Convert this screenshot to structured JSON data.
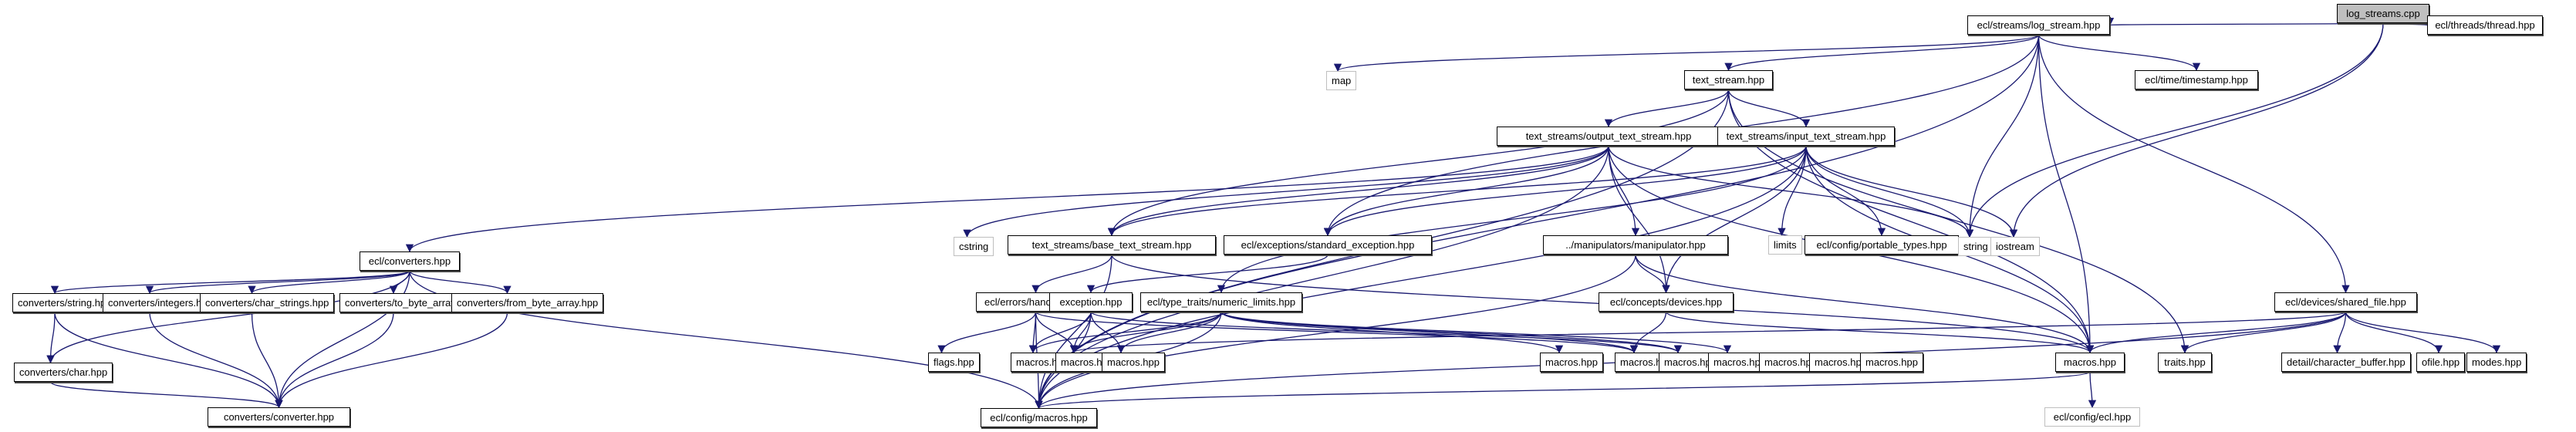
{
  "graph": {
    "title": "log_streams.cpp include dependency graph",
    "edge_color": "#191970",
    "root_fill": "#bfbfbf",
    "nodes": [
      {
        "id": "root",
        "label": "log_streams.cpp",
        "kind": "root"
      },
      {
        "id": "log_stream",
        "label": "ecl/streams/log_stream.hpp",
        "kind": "local"
      },
      {
        "id": "thread",
        "label": "ecl/threads/thread.hpp",
        "kind": "local"
      },
      {
        "id": "map",
        "label": "map",
        "kind": "ext"
      },
      {
        "id": "text_stream",
        "label": "text_stream.hpp",
        "kind": "local"
      },
      {
        "id": "timestamp",
        "label": "ecl/time/timestamp.hpp",
        "kind": "local"
      },
      {
        "id": "output_ts",
        "label": "text_streams/output_text_stream.hpp",
        "kind": "local"
      },
      {
        "id": "input_ts",
        "label": "text_streams/input_text_stream.hpp",
        "kind": "local"
      },
      {
        "id": "converters",
        "label": "ecl/converters.hpp",
        "kind": "local"
      },
      {
        "id": "cstring",
        "label": "cstring",
        "kind": "ext"
      },
      {
        "id": "base_ts",
        "label": "text_streams/base_text_stream.hpp",
        "kind": "local"
      },
      {
        "id": "std_exc",
        "label": "ecl/exceptions/standard_exception.hpp",
        "kind": "local"
      },
      {
        "id": "manip",
        "label": "../manipulators/manipulator.hpp",
        "kind": "local"
      },
      {
        "id": "limits",
        "label": "limits",
        "kind": "ext"
      },
      {
        "id": "portable",
        "label": "ecl/config/portable_types.hpp",
        "kind": "local"
      },
      {
        "id": "string",
        "label": "string",
        "kind": "ext"
      },
      {
        "id": "iostream",
        "label": "iostream",
        "kind": "ext"
      },
      {
        "id": "conv_string",
        "label": "converters/string.hpp",
        "kind": "local"
      },
      {
        "id": "conv_integers",
        "label": "converters/integers.hpp",
        "kind": "local"
      },
      {
        "id": "conv_char_strings",
        "label": "converters/char_strings.hpp",
        "kind": "local"
      },
      {
        "id": "conv_to_byte",
        "label": "converters/to_byte_array.hpp",
        "kind": "local"
      },
      {
        "id": "conv_from_byte",
        "label": "converters/from_byte_array.hpp",
        "kind": "local"
      },
      {
        "id": "handlers",
        "label": "ecl/errors/handlers.hpp",
        "kind": "local"
      },
      {
        "id": "exception",
        "label": "exception.hpp",
        "kind": "local"
      },
      {
        "id": "numeric_limits",
        "label": "ecl/type_traits/numeric_limits.hpp",
        "kind": "local"
      },
      {
        "id": "devices",
        "label": "ecl/concepts/devices.hpp",
        "kind": "local"
      },
      {
        "id": "shared_file",
        "label": "ecl/devices/shared_file.hpp",
        "kind": "local"
      },
      {
        "id": "conv_char",
        "label": "converters/char.hpp",
        "kind": "local"
      },
      {
        "id": "flags",
        "label": "flags.hpp",
        "kind": "local"
      },
      {
        "id": "m1",
        "label": "macros.hpp",
        "kind": "local"
      },
      {
        "id": "m2",
        "label": "macros.hpp",
        "kind": "local"
      },
      {
        "id": "m3",
        "label": "macros.hpp",
        "kind": "local"
      },
      {
        "id": "m4",
        "label": "macros.hpp",
        "kind": "local"
      },
      {
        "id": "m5",
        "label": "macros.hpp",
        "kind": "local"
      },
      {
        "id": "m6",
        "label": "macros.hpp",
        "kind": "local"
      },
      {
        "id": "m7",
        "label": "macros.hpp",
        "kind": "local"
      },
      {
        "id": "m8",
        "label": "macros.hpp",
        "kind": "local"
      },
      {
        "id": "m9",
        "label": "macros.hpp",
        "kind": "local"
      },
      {
        "id": "m10",
        "label": "macros.hpp",
        "kind": "local"
      },
      {
        "id": "m_main",
        "label": "macros.hpp",
        "kind": "local"
      },
      {
        "id": "traits",
        "label": "traits.hpp",
        "kind": "local"
      },
      {
        "id": "char_buffer",
        "label": "detail/character_buffer.hpp",
        "kind": "local"
      },
      {
        "id": "ofile",
        "label": "ofile.hpp",
        "kind": "local"
      },
      {
        "id": "modes",
        "label": "modes.hpp",
        "kind": "local"
      },
      {
        "id": "converter",
        "label": "converters/converter.hpp",
        "kind": "local"
      },
      {
        "id": "config_macros",
        "label": "ecl/config/macros.hpp",
        "kind": "local"
      },
      {
        "id": "config_ecl",
        "label": "ecl/config/ecl.hpp",
        "kind": "ext"
      }
    ],
    "edges": [
      [
        "root",
        "log_stream"
      ],
      [
        "root",
        "thread"
      ],
      [
        "root",
        "string"
      ],
      [
        "root",
        "iostream"
      ],
      [
        "log_stream",
        "map"
      ],
      [
        "log_stream",
        "text_stream"
      ],
      [
        "log_stream",
        "timestamp"
      ],
      [
        "log_stream",
        "string"
      ],
      [
        "log_stream",
        "config_macros"
      ],
      [
        "log_stream",
        "std_exc"
      ],
      [
        "log_stream",
        "m_main"
      ],
      [
        "log_stream",
        "shared_file"
      ],
      [
        "text_stream",
        "output_ts"
      ],
      [
        "text_stream",
        "input_ts"
      ],
      [
        "text_stream",
        "base_ts"
      ],
      [
        "text_stream",
        "config_macros"
      ],
      [
        "text_stream",
        "m_main"
      ],
      [
        "text_stream",
        "traits"
      ],
      [
        "output_ts",
        "converters"
      ],
      [
        "output_ts",
        "cstring"
      ],
      [
        "output_ts",
        "base_ts"
      ],
      [
        "output_ts",
        "std_exc"
      ],
      [
        "output_ts",
        "manip"
      ],
      [
        "output_ts",
        "devices"
      ],
      [
        "output_ts",
        "string"
      ],
      [
        "output_ts",
        "m_main"
      ],
      [
        "output_ts",
        "config_macros"
      ],
      [
        "input_ts",
        "base_ts"
      ],
      [
        "input_ts",
        "std_exc"
      ],
      [
        "input_ts",
        "numeric_limits"
      ],
      [
        "input_ts",
        "limits"
      ],
      [
        "input_ts",
        "portable"
      ],
      [
        "input_ts",
        "string"
      ],
      [
        "input_ts",
        "iostream"
      ],
      [
        "input_ts",
        "devices"
      ],
      [
        "input_ts",
        "m_main"
      ],
      [
        "input_ts",
        "config_macros"
      ],
      [
        "converters",
        "conv_string"
      ],
      [
        "converters",
        "conv_integers"
      ],
      [
        "converters",
        "conv_char_strings"
      ],
      [
        "converters",
        "conv_to_byte"
      ],
      [
        "converters",
        "conv_from_byte"
      ],
      [
        "converters",
        "conv_char"
      ],
      [
        "converters",
        "converter"
      ],
      [
        "converters",
        "config_macros"
      ],
      [
        "conv_string",
        "conv_char"
      ],
      [
        "conv_string",
        "converter"
      ],
      [
        "conv_integers",
        "converter"
      ],
      [
        "conv_char_strings",
        "converter"
      ],
      [
        "conv_to_byte",
        "converter"
      ],
      [
        "conv_from_byte",
        "converter"
      ],
      [
        "conv_char",
        "converter"
      ],
      [
        "base_ts",
        "handlers"
      ],
      [
        "base_ts",
        "config_macros"
      ],
      [
        "base_ts",
        "m_main"
      ],
      [
        "std_exc",
        "exception"
      ],
      [
        "manip",
        "config_macros"
      ],
      [
        "manip",
        "devices"
      ],
      [
        "manip",
        "m_main"
      ],
      [
        "handlers",
        "flags"
      ],
      [
        "handlers",
        "m1"
      ],
      [
        "handlers",
        "m2"
      ],
      [
        "handlers",
        "config_macros"
      ],
      [
        "handlers",
        "m5"
      ],
      [
        "exception",
        "m1"
      ],
      [
        "exception",
        "m2"
      ],
      [
        "exception",
        "m3"
      ],
      [
        "exception",
        "config_macros"
      ],
      [
        "exception",
        "m6"
      ],
      [
        "numeric_limits",
        "m1"
      ],
      [
        "numeric_limits",
        "m2"
      ],
      [
        "numeric_limits",
        "m3"
      ],
      [
        "numeric_limits",
        "m4"
      ],
      [
        "numeric_limits",
        "m5"
      ],
      [
        "numeric_limits",
        "m6"
      ],
      [
        "numeric_limits",
        "m7"
      ],
      [
        "numeric_limits",
        "config_macros"
      ],
      [
        "devices",
        "m5"
      ],
      [
        "devices",
        "m_main"
      ],
      [
        "shared_file",
        "m2"
      ],
      [
        "shared_file",
        "m_main"
      ],
      [
        "shared_file",
        "traits"
      ],
      [
        "shared_file",
        "char_buffer"
      ],
      [
        "shared_file",
        "ofile"
      ],
      [
        "shared_file",
        "modes"
      ],
      [
        "shared_file",
        "config_macros"
      ],
      [
        "m_main",
        "config_ecl"
      ],
      [
        "m_main",
        "config_macros"
      ]
    ]
  }
}
